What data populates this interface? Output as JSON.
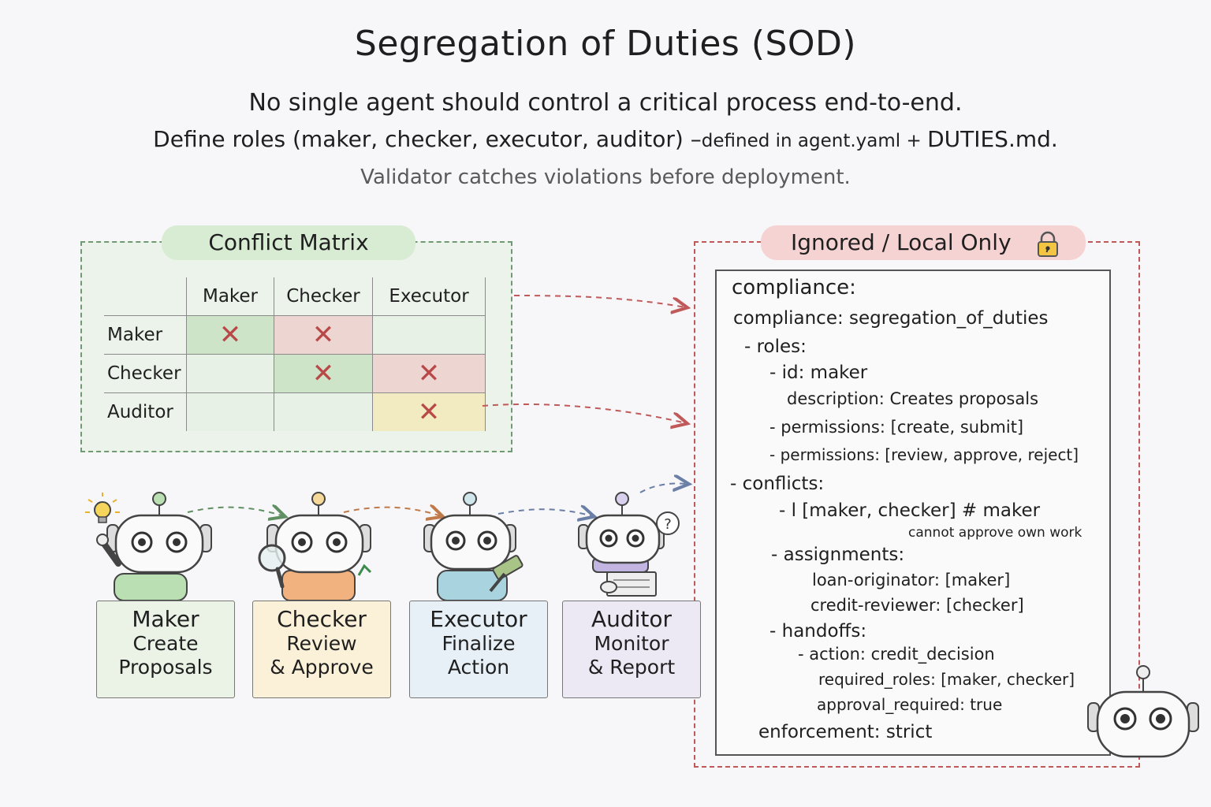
{
  "title": "Segregation of Duties (SOD)",
  "subtitle_1": "No single agent should control a critical process end-to-end.",
  "subtitle_2_main": "Define roles (maker, checker, executor,  auditor) –",
  "subtitle_2_small": "defined in agent.yaml + ",
  "subtitle_2_end": "DUTIES.md.",
  "subtitle_3": "Validator catches violations before deployment.",
  "conflict_matrix": {
    "title": "Conflict Matrix",
    "columns": [
      "Maker",
      "Checker",
      "Executor"
    ],
    "rows": [
      {
        "label": "Maker",
        "cells": [
          "✕",
          "✕",
          ""
        ]
      },
      {
        "label": "Checker",
        "cells": [
          "",
          "✕",
          "✕"
        ]
      },
      {
        "label": "Auditor",
        "cells": [
          "",
          "",
          "✕"
        ]
      }
    ]
  },
  "config_panel": {
    "title": "Ignored / Local Only",
    "lock_icon": "lock-icon",
    "lines": [
      "compliance:",
      "compliance: segregation_of_duties",
      "- roles:",
      "- id: maker",
      "description:  Creates proposals",
      "- permissions: [create, submit]",
      "- permissions: [review, approve, reject]",
      "- conflicts:",
      "- l [maker, checker] # maker",
      "cannot approve own work",
      "- assignments:",
      "loan-originator: [maker]",
      "credit-reviewer: [checker]",
      "- handoffs:",
      "- action: credit_decision",
      "required_roles: [maker, checker]",
      "approval_required: true",
      "enforcement: strict"
    ]
  },
  "roles": [
    {
      "name": "Maker",
      "line1": "Create",
      "line2": "Proposals",
      "color": "#a9d6a3",
      "card_bg": "#eaf3e6",
      "prop": "lightbulb-icon"
    },
    {
      "name": "Checker",
      "line1": "Review",
      "line2": "& Approve",
      "color": "#f2b27f",
      "card_bg": "#fbf1d9",
      "prop": "magnifier-icon"
    },
    {
      "name": "Executor",
      "line1": "Finalize",
      "line2": "Action",
      "color": "#a9d4df",
      "card_bg": "#e6f0f6",
      "prop": "gavel-icon"
    },
    {
      "name": "Auditor",
      "line1": "Monitor",
      "line2": "& Report",
      "color": "#c2b5e2",
      "card_bg": "#ece9f4",
      "prop": "question-icon"
    }
  ],
  "colors": {
    "green_accent": "#6f9a72",
    "red_accent": "#c05a5a",
    "cross": "#b94848"
  }
}
